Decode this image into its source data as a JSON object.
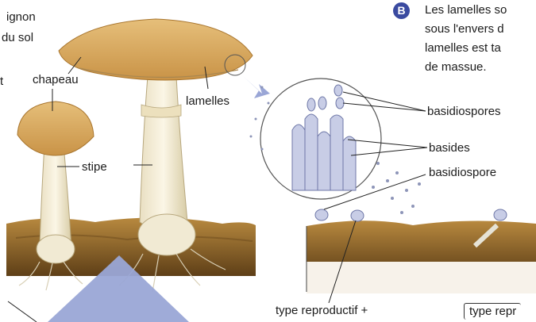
{
  "left_text": {
    "line1": "ignon",
    "line2": "du sol",
    "line3": "t"
  },
  "labels": {
    "chapeau": "chapeau",
    "stipe": "stipe",
    "lamelles": "lamelles",
    "basidiospores": "basidiospores",
    "basides": "basides",
    "basidiospore": "basidiospore",
    "type_plus": "type reproductif +",
    "type_minus": "type repr"
  },
  "section_b": {
    "badge": "B",
    "line1": "Les lamelles so",
    "line2": "sous l'envers d",
    "line3": "lamelles est ta",
    "line4": "de massue."
  },
  "colors": {
    "badge": "#3a4aa0",
    "arrow": "#9aa6d6",
    "soil": "#8a5a22",
    "cap": "#d9a65a"
  }
}
